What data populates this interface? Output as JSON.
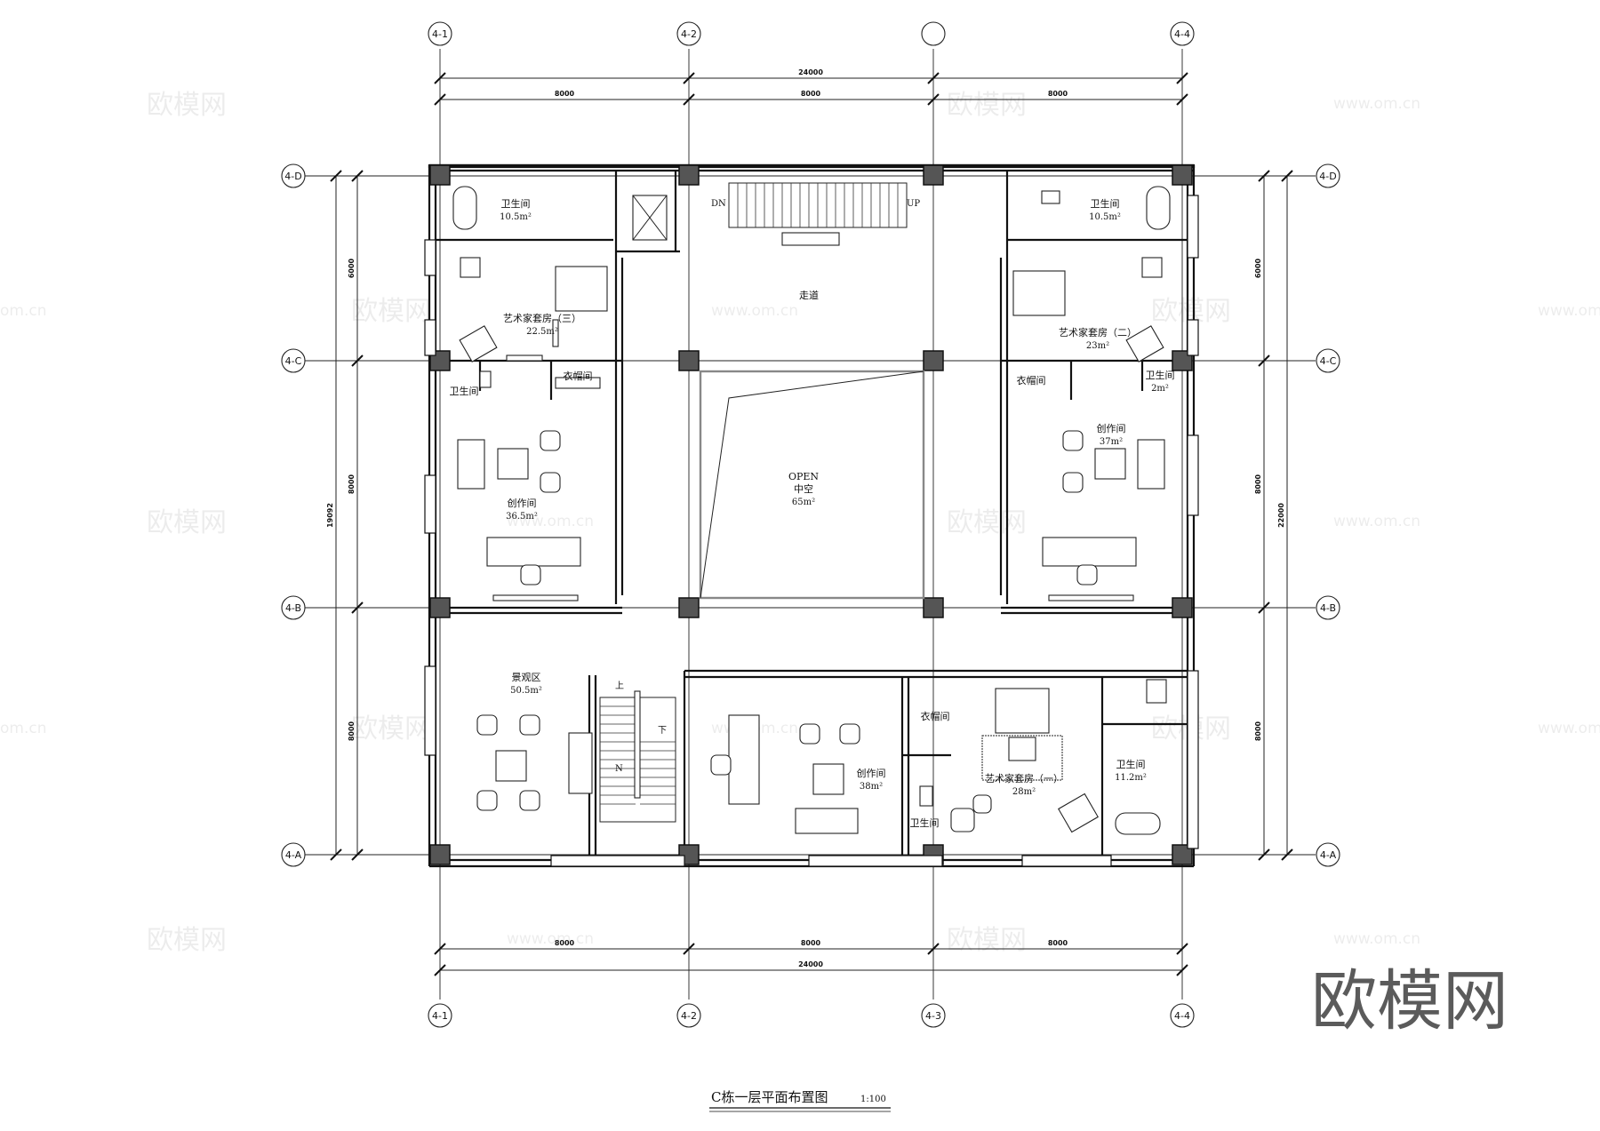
{
  "drawing": {
    "title": "C栋一层平面布置图",
    "scale": "1:100"
  },
  "axes": {
    "vertical": [
      "4-1",
      "4-2",
      "",
      "4-4"
    ],
    "vertical_bottom": [
      "4-1",
      "4-2",
      "4-3",
      "4-4"
    ],
    "horizontal_left": [
      "4-D",
      "4-C",
      "4-B",
      "4-A"
    ],
    "horizontal_right": [
      "4-D",
      "4-C",
      "4-B",
      "4-A"
    ]
  },
  "dimensions": {
    "top_total": "24000",
    "top_segments": [
      "8000",
      "8000",
      "8000"
    ],
    "bottom_total": "24000",
    "bottom_segments": [
      "8000",
      "8000",
      "8000"
    ],
    "left_total": "19092",
    "left_segments": [
      "6000",
      "8000",
      "8000"
    ],
    "right_total": "22000",
    "right_segments": [
      "6000",
      "8000",
      "8000"
    ]
  },
  "rooms": [
    {
      "key": "bath_tl",
      "name": "卫生间",
      "area": "10.5m²"
    },
    {
      "key": "suite_three",
      "name": "艺术家套房（三）",
      "area": "22.5m²"
    },
    {
      "key": "wc_l",
      "name": "卫生间",
      "area": ""
    },
    {
      "key": "closet_l",
      "name": "衣帽间",
      "area": ""
    },
    {
      "key": "studio_l",
      "name": "创作间",
      "area": "36.5m²"
    },
    {
      "key": "corridor",
      "name": "走道",
      "area": ""
    },
    {
      "key": "void",
      "name": "OPEN",
      "name2": "中空",
      "area": "65m²"
    },
    {
      "key": "bath_tr",
      "name": "卫生间",
      "area": "10.5m²"
    },
    {
      "key": "suite_two",
      "name": "艺术家套房（二）",
      "area": "23m²"
    },
    {
      "key": "closet_r",
      "name": "衣帽间",
      "area": ""
    },
    {
      "key": "wc_r",
      "name": "卫生间",
      "area": "2m²"
    },
    {
      "key": "studio_r",
      "name": "创作间",
      "area": "37m²"
    },
    {
      "key": "view",
      "name": "景观区",
      "area": "50.5m²"
    },
    {
      "key": "studio_b",
      "name": "创作间",
      "area": "38m²"
    },
    {
      "key": "closet_b",
      "name": "衣帽间",
      "area": ""
    },
    {
      "key": "wc_b",
      "name": "卫生间",
      "area": ""
    },
    {
      "key": "suite_one",
      "name": "艺术家套房（一）",
      "area": "28m²"
    },
    {
      "key": "bath_br",
      "name": "卫生间",
      "area": "11.2m²"
    }
  ],
  "labels": {
    "stair_dn": "DN",
    "stair_up": "UP",
    "stair2_up": "上",
    "stair2_down": "下",
    "north": "N"
  },
  "watermarks": {
    "brand": "欧模网",
    "url": "www.om.cn",
    "url_short": "om.cn",
    "logo": "欧模网"
  }
}
